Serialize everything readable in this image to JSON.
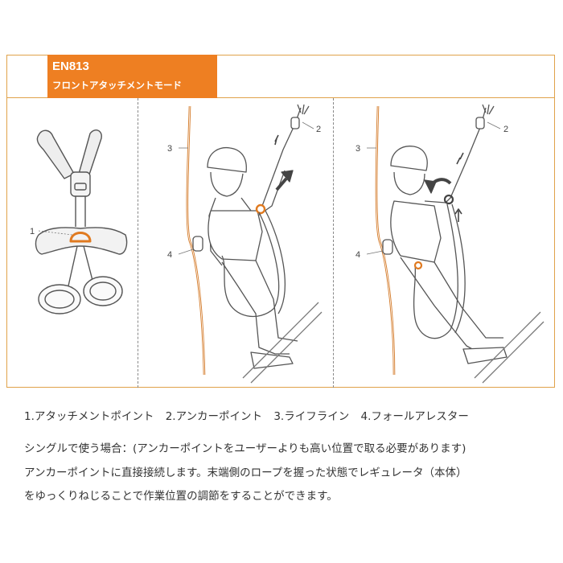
{
  "header": {
    "code": "EN813",
    "mode": "フロントアタッチメントモード"
  },
  "callouts": {
    "one": "1",
    "two": "2",
    "three": "3",
    "four": "4"
  },
  "legend": {
    "item1": "1.アタッチメントポイント",
    "item2": "2.アンカーポイント",
    "item3": "3.ライフライン",
    "item4": "4.フォールアレスター"
  },
  "description": {
    "line1": "シングルで使う場合：(アンカーポイントをユーザーよりも高い位置で取る必要があります)",
    "line2": "アンカーポイントに直接接続します。末端側のロープを握った状態でレギュレータ（本体）",
    "line3": "をゆっくりねじることで作業位置の調節をすることができます。"
  },
  "colors": {
    "accent": "#ee7f22",
    "frame": "#e0a24a",
    "line_art": "#555555",
    "rope": "#d47b2a"
  }
}
